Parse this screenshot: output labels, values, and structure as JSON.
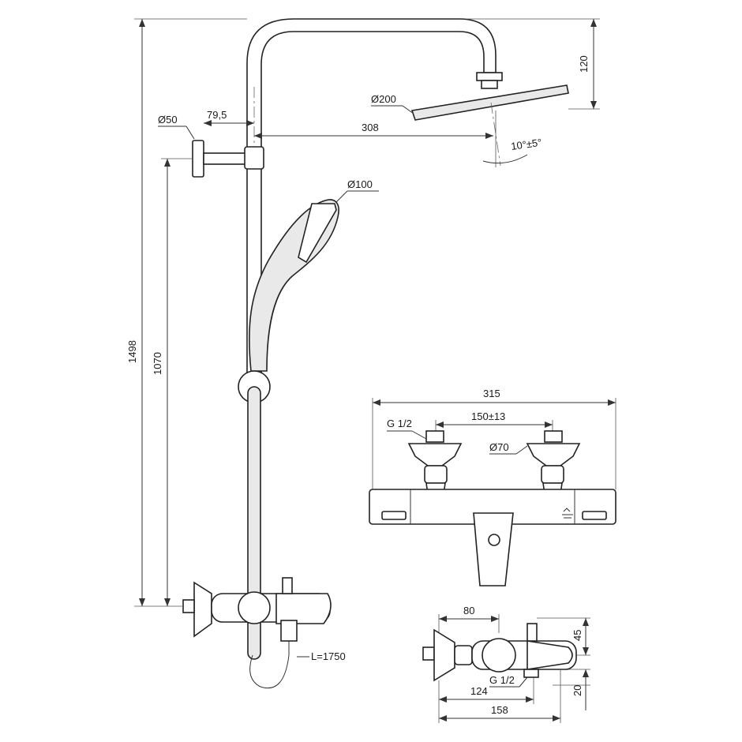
{
  "dimensions": {
    "total_height": "1498",
    "outlet_height": "1070",
    "wall_flange": "Ø50",
    "bracket_offset": "79,5",
    "arm_reach": "308",
    "head_drop": "120",
    "rain_head": "Ø200",
    "tilt": "10°±5°",
    "hand_shower": "Ø100",
    "hose_length": "L=1750",
    "mixer_width": "315",
    "inlet_spacing": "150±13",
    "inlet_thread": "G 1/2",
    "escutcheon": "Ø70",
    "side_depth": "80",
    "side_height_top": "45",
    "side_height_bottom": "20",
    "side_thread": "G 1/2",
    "side_depth_1": "124",
    "side_depth_2": "158"
  }
}
